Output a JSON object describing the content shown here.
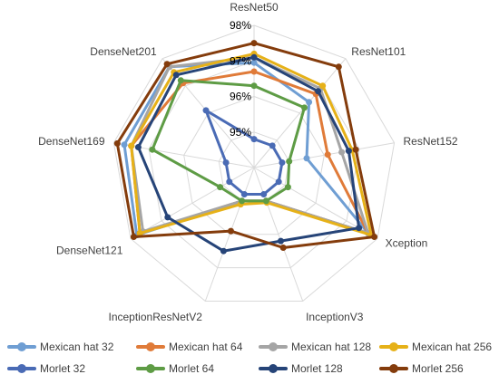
{
  "chart_data": {
    "type": "radar",
    "title": "",
    "categories": [
      "ResNet50",
      "ResNet101",
      "ResNet152",
      "Xception",
      "InceptionV3",
      "InceptionResNetV2",
      "DenseNet121",
      "DenseNet169",
      "DenseNet201"
    ],
    "radial_ticks": [
      "95%",
      "96%",
      "97%",
      "98%"
    ],
    "range": [
      94.0,
      98.0
    ],
    "grid": true,
    "legend_position": "bottom",
    "series": [
      {
        "name": "Mexican hat 32",
        "color": "#6f9ed3",
        "values": [
          96.95,
          96.4,
          95.5,
          97.7,
          95.0,
          95.0,
          97.8,
          97.7,
          97.7
        ]
      },
      {
        "name": "Mexican hat 64",
        "color": "#e07b39",
        "values": [
          96.7,
          96.7,
          96.1,
          97.7,
          95.0,
          95.0,
          97.7,
          97.5,
          97.1
        ]
      },
      {
        "name": "Mexican hat 128",
        "color": "#a5a5a5",
        "values": [
          97.1,
          96.9,
          96.5,
          97.7,
          95.0,
          95.0,
          97.6,
          97.5,
          97.7
        ]
      },
      {
        "name": "Mexican hat 256",
        "color": "#e6b118",
        "values": [
          97.2,
          97.0,
          96.8,
          97.8,
          95.05,
          95.1,
          97.7,
          97.5,
          97.5
        ]
      },
      {
        "name": "Morlet 32",
        "color": "#4a6bb5",
        "values": [
          94.8,
          94.8,
          94.8,
          94.8,
          94.8,
          94.8,
          94.8,
          94.8,
          96.1
        ]
      },
      {
        "name": "Morlet 64",
        "color": "#5e9c45",
        "values": [
          96.3,
          96.2,
          95.0,
          95.1,
          95.0,
          95.0,
          95.1,
          96.9,
          97.2
        ]
      },
      {
        "name": "Morlet 128",
        "color": "#264478",
        "values": [
          97.1,
          96.8,
          96.7,
          97.4,
          96.2,
          96.5,
          96.8,
          97.3,
          97.4
        ]
      },
      {
        "name": "Morlet 256",
        "color": "#843c0c",
        "values": [
          97.5,
          97.7,
          96.9,
          97.9,
          96.4,
          95.9,
          97.9,
          97.9,
          97.8
        ]
      }
    ]
  }
}
